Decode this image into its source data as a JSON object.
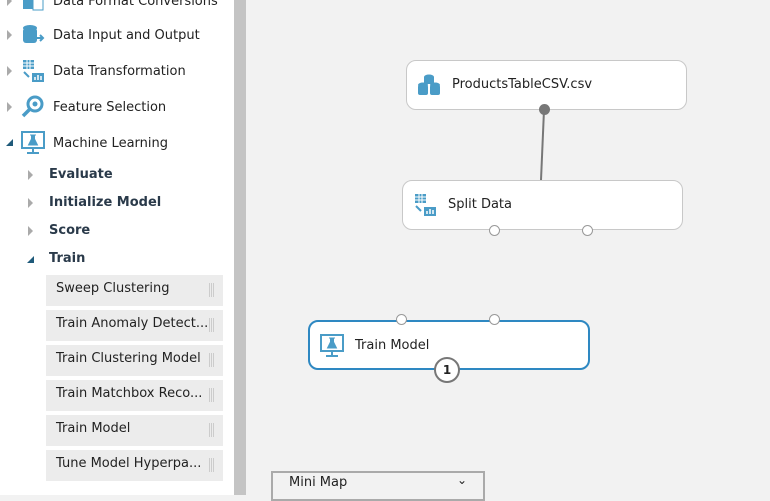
{
  "sidebar": {
    "categories": [
      {
        "label": "Data Format Conversions",
        "icon": "database-doc-icon"
      },
      {
        "label": "Data Input and Output",
        "icon": "database-arrow-icon"
      },
      {
        "label": "Data Transformation",
        "icon": "grid-chart-icon"
      },
      {
        "label": "Feature Selection",
        "icon": "magnifier-icon"
      },
      {
        "label": "Machine Learning",
        "icon": "monitor-flask-icon",
        "expanded": true
      }
    ],
    "subcategories": [
      {
        "label": "Evaluate"
      },
      {
        "label": "Initialize Model"
      },
      {
        "label": "Score"
      },
      {
        "label": "Train",
        "expanded": true
      }
    ],
    "modules": [
      {
        "label": "Sweep Clustering"
      },
      {
        "label": "Train Anomaly Detect..."
      },
      {
        "label": "Train Clustering Model"
      },
      {
        "label": "Train Matchbox Reco..."
      },
      {
        "label": "Train Model"
      },
      {
        "label": "Tune Model Hyperpa..."
      }
    ]
  },
  "canvas": {
    "nodes": [
      {
        "label": "ProductsTableCSV.csv",
        "icon": "database-stack-icon"
      },
      {
        "label": "Split Data",
        "icon": "grid-chart-icon"
      },
      {
        "label": "Train Model",
        "icon": "monitor-flask-icon",
        "selected": true,
        "badge": "1"
      }
    ],
    "minimap": {
      "label": "Mini Map",
      "icon": "chevron-down-icon"
    }
  },
  "colors": {
    "accent": "#2e88c2",
    "icon": "#4a9cc7",
    "canvas": "#f2f2f2"
  }
}
